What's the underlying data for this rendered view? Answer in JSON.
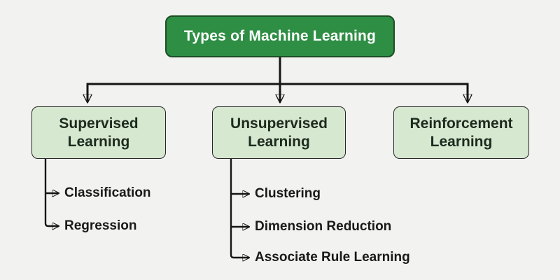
{
  "diagram": {
    "root": {
      "label": "Types of Machine Learning"
    },
    "branches": [
      {
        "label": "Supervised Learning",
        "children": [
          {
            "label": "Classification"
          },
          {
            "label": "Regression"
          }
        ]
      },
      {
        "label": "Unsupervised Learning",
        "children": [
          {
            "label": "Clustering"
          },
          {
            "label": "Dimension Reduction"
          },
          {
            "label": "Associate Rule Learning"
          }
        ]
      },
      {
        "label": "Reinforcement Learning",
        "children": []
      }
    ],
    "colors": {
      "background": "#f2f2f0",
      "root_fill": "#2e8e44",
      "root_border": "#1c4f25",
      "root_text": "#ffffff",
      "branch_fill": "#d7e8d1",
      "branch_border": "#262626",
      "branch_text": "#1d2b1e",
      "leaf_text": "#191919",
      "connector": "#151515"
    }
  }
}
